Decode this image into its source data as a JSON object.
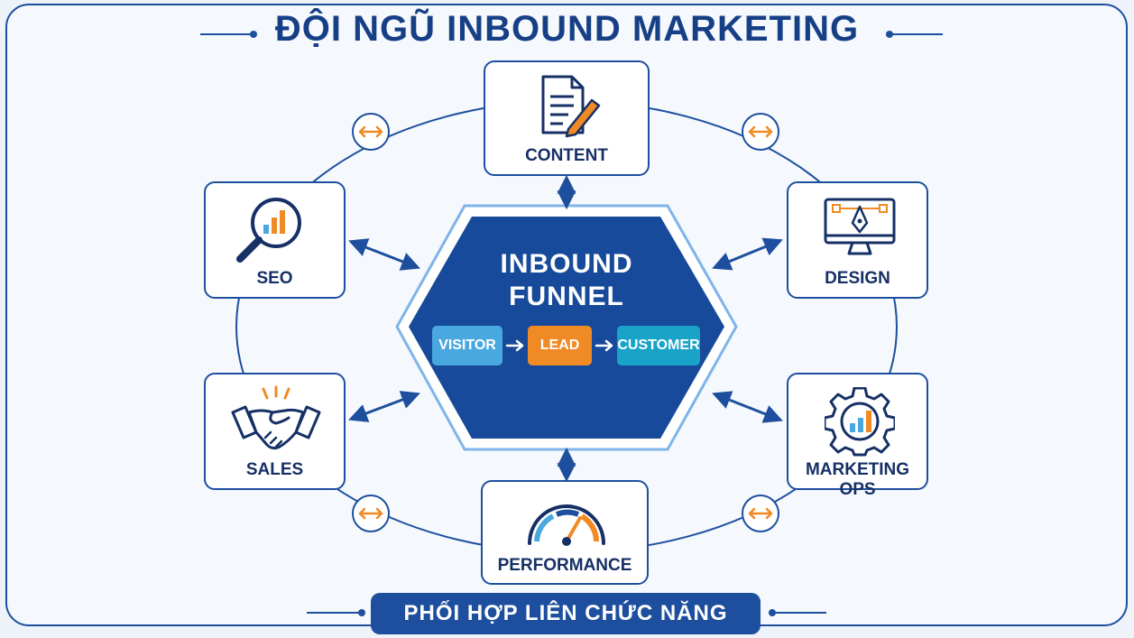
{
  "title": "ĐỘI NGŨ INBOUND MARKETING",
  "center": {
    "title_line1": "INBOUND",
    "title_line2": "FUNNEL",
    "stages": [
      "VISITOR",
      "LEAD",
      "CUSTOMER"
    ]
  },
  "teams": {
    "content": "CONTENT",
    "seo": "SEO",
    "design": "DESIGN",
    "sales": "SALES",
    "marketing_ops": "MARKETING OPS",
    "performance": "PERFORMANCE"
  },
  "footer": "PHỐI HỢP LIÊN CHỨC NĂNG",
  "colors": {
    "navy": "#1d4f9e",
    "dark_text": "#163066",
    "orange": "#f08a24",
    "visitor": "#4aa8e0",
    "lead": "#f08a24",
    "customer": "#1aa3c8",
    "hexagon": "#174a9b"
  },
  "icons": [
    "document-pencil-icon",
    "magnifier-chart-icon",
    "monitor-pen-tool-icon",
    "handshake-icon",
    "gear-chart-icon",
    "gauge-icon",
    "double-arrow-icon"
  ]
}
